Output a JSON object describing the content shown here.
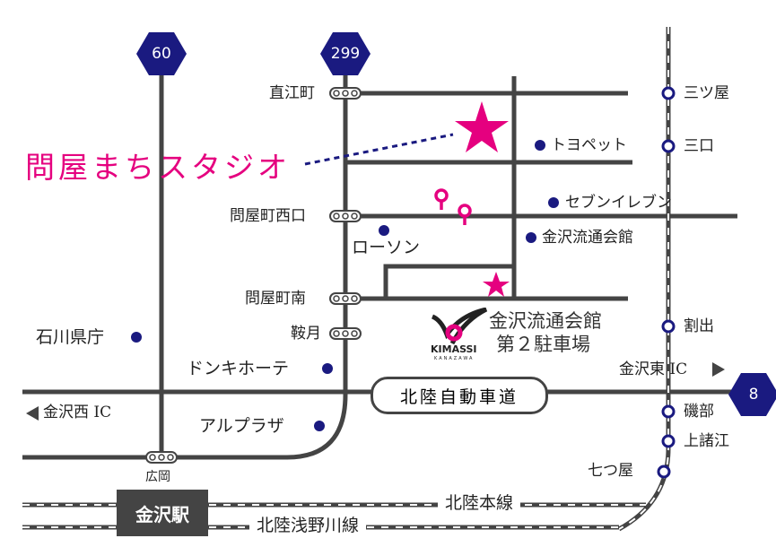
{
  "logo_text": "問屋まちスタジオ",
  "route_signs": [
    "60",
    "299",
    "8"
  ],
  "road_stations": [
    "直江町",
    "問屋町西口",
    "問屋町南",
    "鞍月",
    "広岡"
  ],
  "rail_stations": [
    "三ツ屋",
    "三口",
    "割出",
    "磯部",
    "上諸江",
    "七つ屋"
  ],
  "landmarks": [
    "トヨペット",
    "セブンイレブン",
    "金沢流通会館",
    "ローソン",
    "石川県庁",
    "ドンキホーテ",
    "アルプラザ"
  ],
  "highway": "北陸自動車道",
  "interchanges": {
    "east": "金沢東 IC",
    "west": "金沢西 IC"
  },
  "parking": {
    "brand": "KIMASSI",
    "brand_sub": "KANAZAWA",
    "line1": "金沢流通会館",
    "line2": "第２駐車場"
  },
  "main_station": "金沢駅",
  "rail_lines": [
    "北陸本線",
    "北陸浅野川線"
  ],
  "colors": {
    "road": "#444444",
    "accent": "#e5007f",
    "navy": "#1a1a80"
  }
}
